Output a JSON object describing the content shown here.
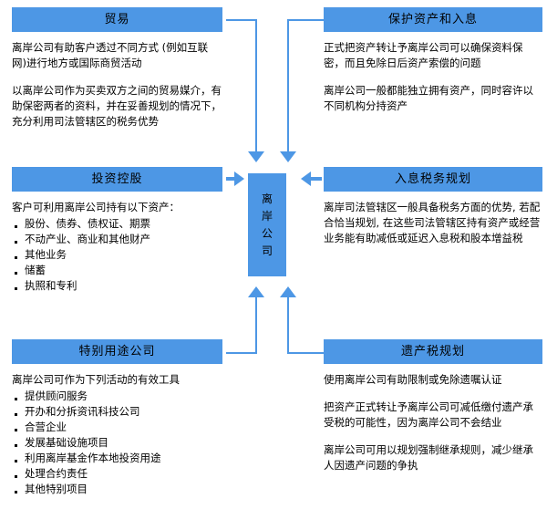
{
  "diagram": {
    "center_node": {
      "label": "离岸公司"
    },
    "panels": [
      {
        "id": "trade",
        "title": "贸易",
        "paragraphs": [
          "离岸公司有助客户透过不同方式 (例如互联网)进行地方或国际商贸活动",
          "以离岸公司作为买卖双方之间的贸易媒介，有助保密两者的资料，并在妥善规划的情况下，充分利用司法管辖区的税务优势"
        ]
      },
      {
        "id": "asset-protection",
        "title": "保护资产和入息",
        "paragraphs": [
          "正式把资产转让予离岸公司可以确保资料保密，而且免除日后资产索偿的问题",
          "离岸公司一般都能独立拥有资产，同时容许以不同机构分持资产"
        ]
      },
      {
        "id": "investment-holding",
        "title": "投资控股",
        "lead": "客户可利用离岸公司持有以下资产：",
        "bullets": [
          "股份、债券、债权证、期票",
          "不动产业、商业和其他财产",
          "其他业务",
          "储蓄",
          "执照和专利"
        ]
      },
      {
        "id": "income-tax-planning",
        "title": "入息税务规划",
        "paragraphs": [
          "离岸司法管辖区一般具备税务方面的优势, 若配合恰当规划, 在这些司法管辖区持有资产或经营业务能有助减低或延迟入息税和股本增益税"
        ]
      },
      {
        "id": "special-purpose-vehicle",
        "title": "特别用途公司",
        "lead": "离岸公司可作为下列活动的有效工具",
        "bullets": [
          "提供顾问服务",
          "开办和分拆资讯科技公司",
          "合营企业",
          "发展基础设施项目",
          "利用离岸基金作本地投资用途",
          "处理合约责任",
          "其他特别项目"
        ]
      },
      {
        "id": "estate-tax-planning",
        "title": "遗产税规划",
        "paragraphs": [
          "使用离岸公司有助限制或免除遗嘱认证",
          "把资产正式转让予离岸公司可减低缴付遗产承受税的可能性，因为离岸公司不会结业",
          "离岸公司可用以规划强制继承规则，减少继承人因遗产问题的争执"
        ]
      }
    ],
    "colors": {
      "accent": "#4d97e5",
      "text": "#000000",
      "background": "#ffffff"
    }
  }
}
